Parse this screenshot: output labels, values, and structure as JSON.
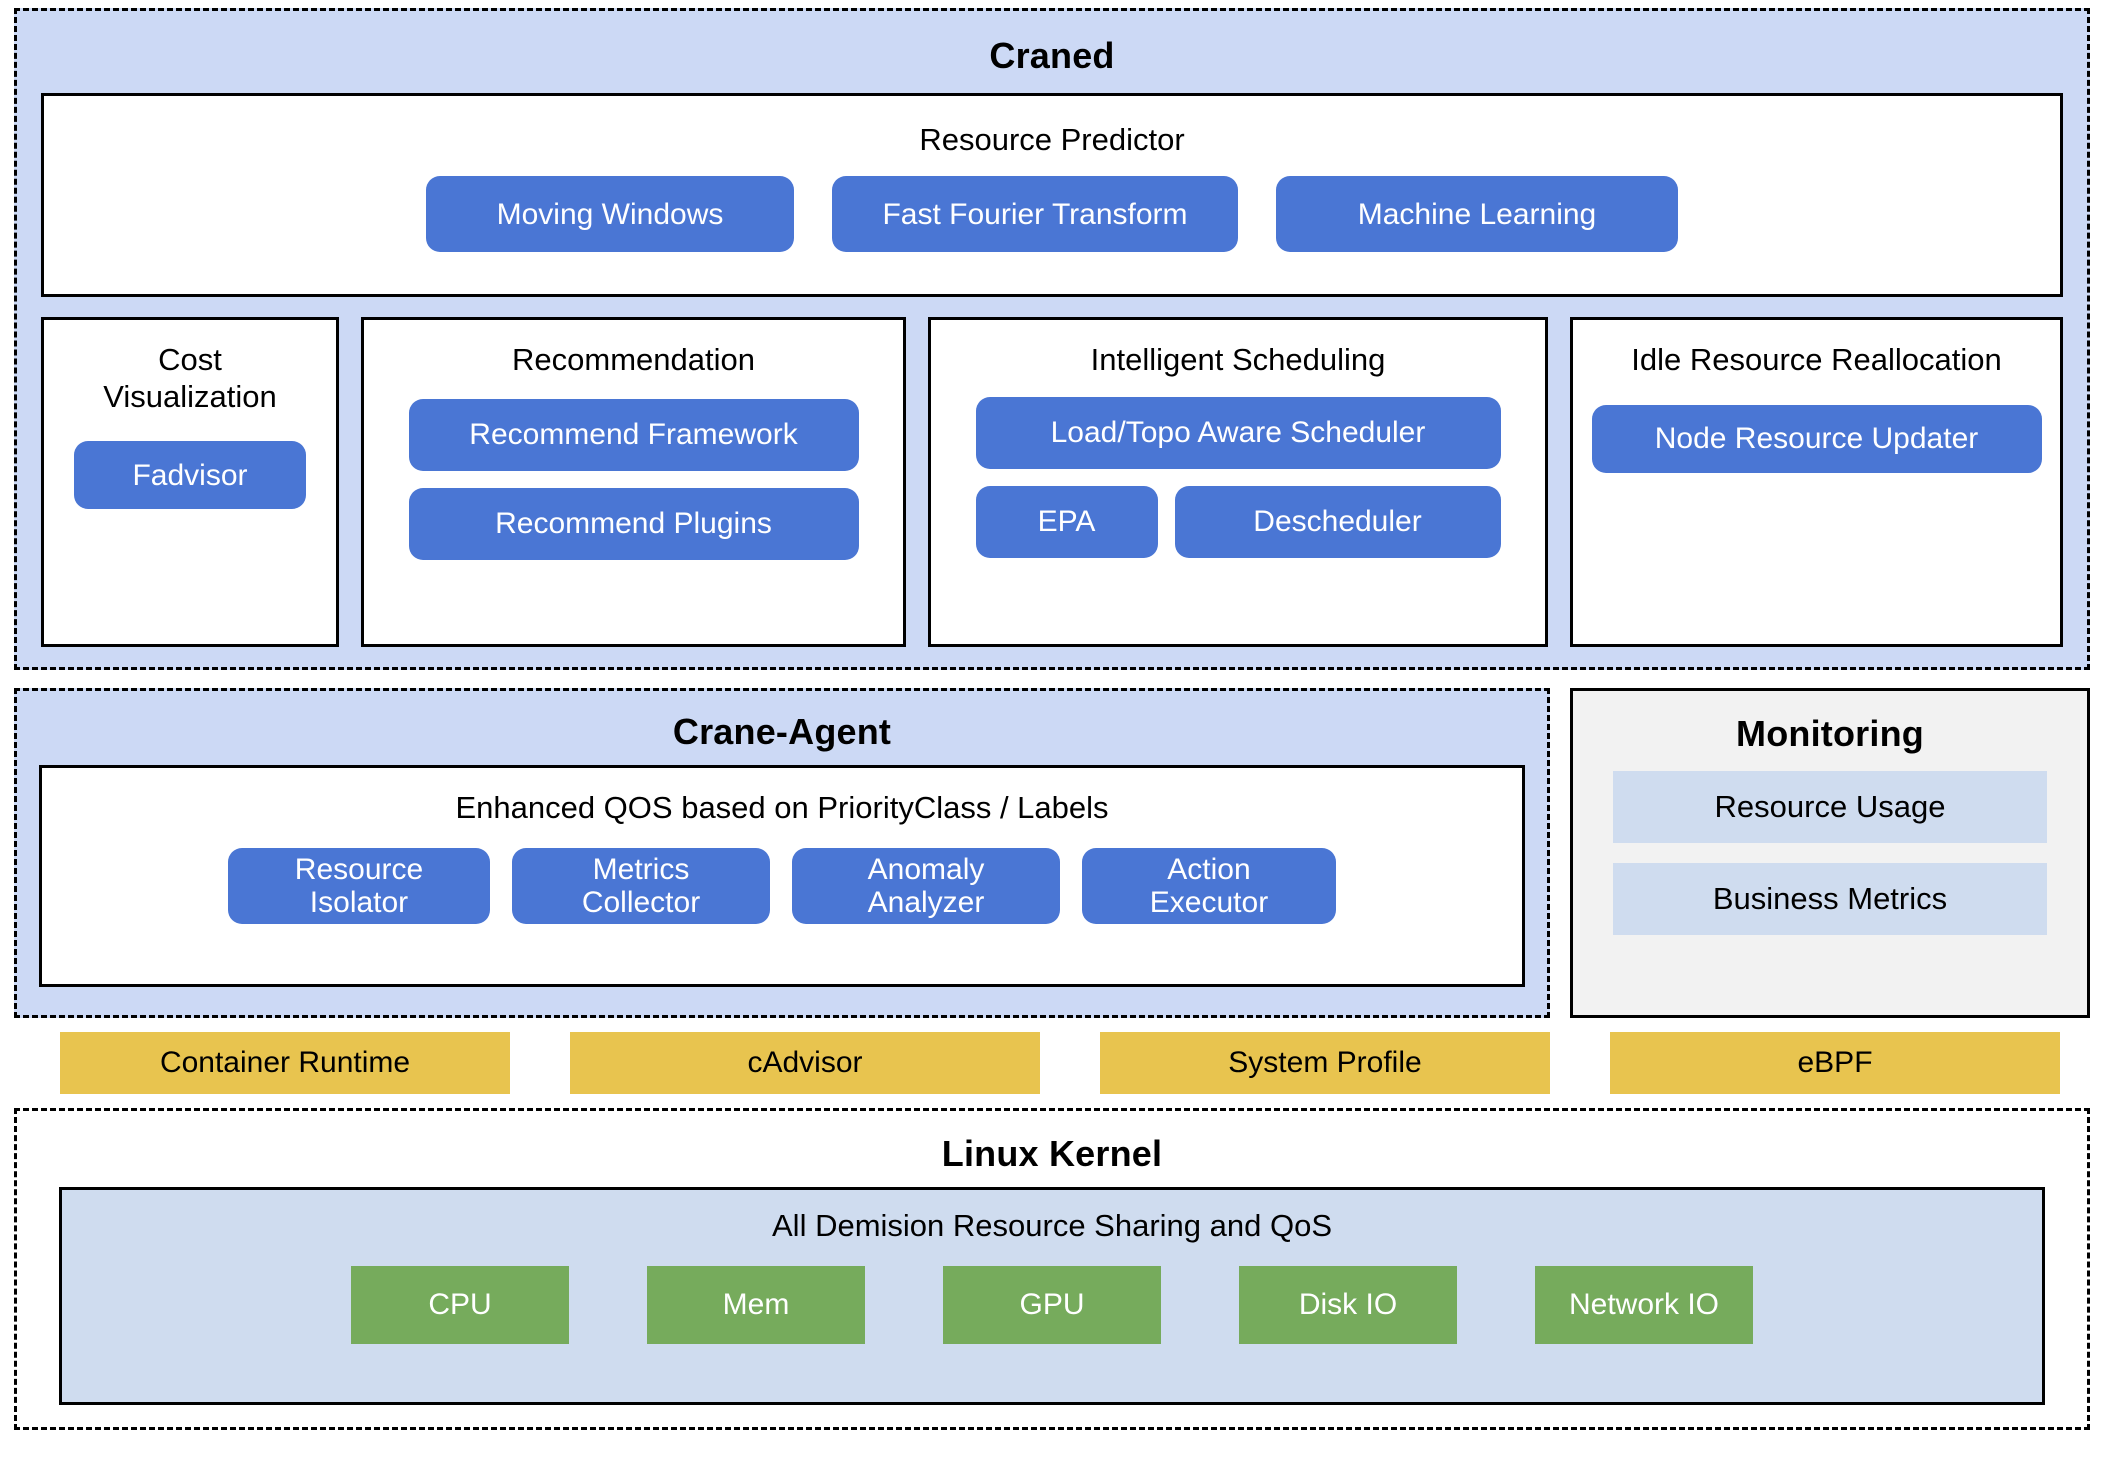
{
  "craned": {
    "title": "Craned",
    "resource_predictor": {
      "title": "Resource Predictor",
      "items": [
        {
          "label": "Moving Windows"
        },
        {
          "label": "Fast Fourier Transform"
        },
        {
          "label": "Machine Learning"
        }
      ]
    },
    "panels": [
      {
        "title": "Cost Visualization",
        "title_line1": "Cost",
        "title_line2": "Visualization",
        "items": [
          {
            "label": "Fadvisor"
          }
        ]
      },
      {
        "title": "Recommendation",
        "items": [
          {
            "label": "Recommend Framework"
          },
          {
            "label": "Recommend Plugins"
          }
        ]
      },
      {
        "title": "Intelligent Scheduling",
        "items": [
          {
            "label": "Load/Topo Aware Scheduler"
          },
          {
            "label": "EPA"
          },
          {
            "label": "Descheduler"
          }
        ]
      },
      {
        "title": "Idle Resource Reallocation",
        "items": [
          {
            "label": "Node Resource Updater"
          }
        ]
      }
    ]
  },
  "crane_agent": {
    "title": "Crane-Agent",
    "qos_title": "Enhanced QOS based on PriorityClass / Labels",
    "items": [
      {
        "label": "Resource Isolator"
      },
      {
        "label": "Metrics Collector"
      },
      {
        "label": "Anomaly Analyzer"
      },
      {
        "label": "Action Executor"
      }
    ]
  },
  "monitoring": {
    "title": "Monitoring",
    "items": [
      {
        "label": "Resource Usage"
      },
      {
        "label": "Business Metrics"
      }
    ]
  },
  "runtime_band": {
    "items": [
      {
        "label": "Container Runtime"
      },
      {
        "label": "cAdvisor"
      },
      {
        "label": "System Profile"
      },
      {
        "label": "eBPF"
      }
    ]
  },
  "linux_kernel": {
    "title": "Linux Kernel",
    "subtitle": "All Demision Resource Sharing and QoS",
    "resources": [
      {
        "label": "CPU"
      },
      {
        "label": "Mem"
      },
      {
        "label": "GPU"
      },
      {
        "label": "Disk IO"
      },
      {
        "label": "Network IO"
      }
    ]
  },
  "colors": {
    "section_bg": "#ccd9f5",
    "pill_blue": "#4a76d4",
    "runtime_yellow": "#e8c44f",
    "resource_green": "#76ab5c",
    "monitoring_bg": "#f2f2f2",
    "monitoring_item_bg": "#cfdcef",
    "border": "#000000"
  }
}
